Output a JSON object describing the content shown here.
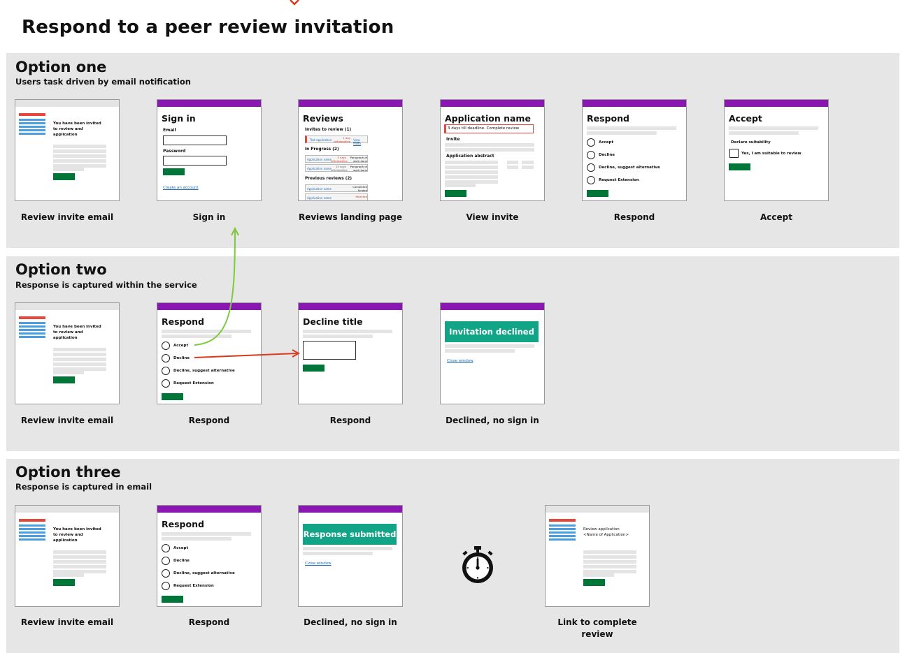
{
  "page_title": "Respond to a peer review invitation",
  "options": [
    {
      "title": "Option one",
      "subtitle": "Users task driven by email notification",
      "captions": [
        "Review invite email",
        "Sign in",
        "Reviews landing page",
        "View invite",
        "Respond",
        "Accept"
      ]
    },
    {
      "title": "Option two",
      "subtitle": "Response is captured within the service",
      "captions": [
        "Review invite email",
        "Respond",
        "Respond",
        "Declined, no sign in"
      ]
    },
    {
      "title": "Option three",
      "subtitle": "Response is captured in email",
      "captions": [
        "Review invite email",
        "Respond",
        "Declined, no sign in",
        "Link to complete review"
      ]
    }
  ],
  "screens": {
    "email_text": "You have been invited to review and application",
    "email_final_text": "Review application <Name of Application>",
    "signin": {
      "heading": "Sign in",
      "email_label": "Email",
      "password_label": "Password",
      "create_link": "Create an account"
    },
    "reviews": {
      "heading": "Reviews",
      "invites_label": "Invites to review (1)",
      "invite_row": {
        "name": "Test application",
        "status": "1 day left/deadline",
        "link": "View invite"
      },
      "in_progress_label": "In Progress (2)",
      "progress_rows": [
        {
          "name": "Application name",
          "status": "3 days left/deadline",
          "right": "Paragraph of work done"
        },
        {
          "name": "Application name",
          "status": "15 days left/deadline",
          "right": "Paragraph of work done"
        }
      ],
      "previous_label": "Previous reviews (2)",
      "previous_rows": [
        {
          "name": "Application name",
          "right": "Completed funded"
        },
        {
          "name": "Application name",
          "right": "Rejected"
        }
      ]
    },
    "view_invite": {
      "heading": "Application name",
      "alert": "3 days till deadline. Complete review",
      "invite_label": "Invite",
      "abstract_label": "Application abstract"
    },
    "respond": {
      "heading": "Respond",
      "options": [
        "Accept",
        "Decline",
        "Decline, suggest alternative",
        "Request Extension"
      ]
    },
    "accept": {
      "heading": "Accept",
      "declare_label": "Declare suitability",
      "checkbox_label": "Yes, I am suitable to review"
    },
    "decline": {
      "heading": "Decline title"
    },
    "declined": {
      "banner": "Invitation declined",
      "link": "Close window"
    },
    "submitted": {
      "banner": "Response submitted",
      "link": "Close window"
    }
  },
  "colors": {
    "purple_bar": "#8a17b1",
    "green_button": "#007538",
    "banner": "#12a486",
    "panel": "#e6e6e6",
    "arrow_green": "#7dc93f",
    "arrow_red": "#d9391f"
  },
  "icons": {
    "timer": "stopwatch-icon"
  }
}
